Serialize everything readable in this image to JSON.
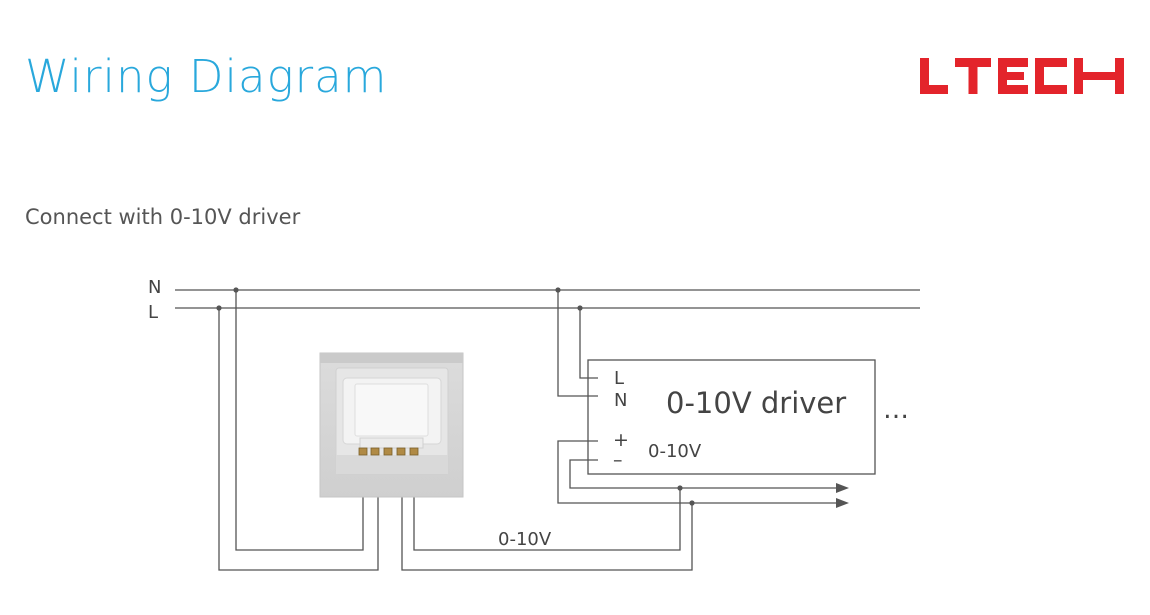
{
  "title": "Wiring Diagram",
  "brand": "LTECH",
  "subtitle": "Connect with 0-10V driver",
  "lines": {
    "n": "N",
    "l": "L"
  },
  "driver": {
    "name": "0-10V driver",
    "term_l": "L",
    "term_n": "N",
    "term_plus": "+",
    "term_minus": "–",
    "signal": "0-10V",
    "ellipsis": "…"
  },
  "wire_label": "0-10V",
  "colors": {
    "title": "#29a8dc",
    "brand": "#e3242b",
    "wire": "#555555"
  }
}
